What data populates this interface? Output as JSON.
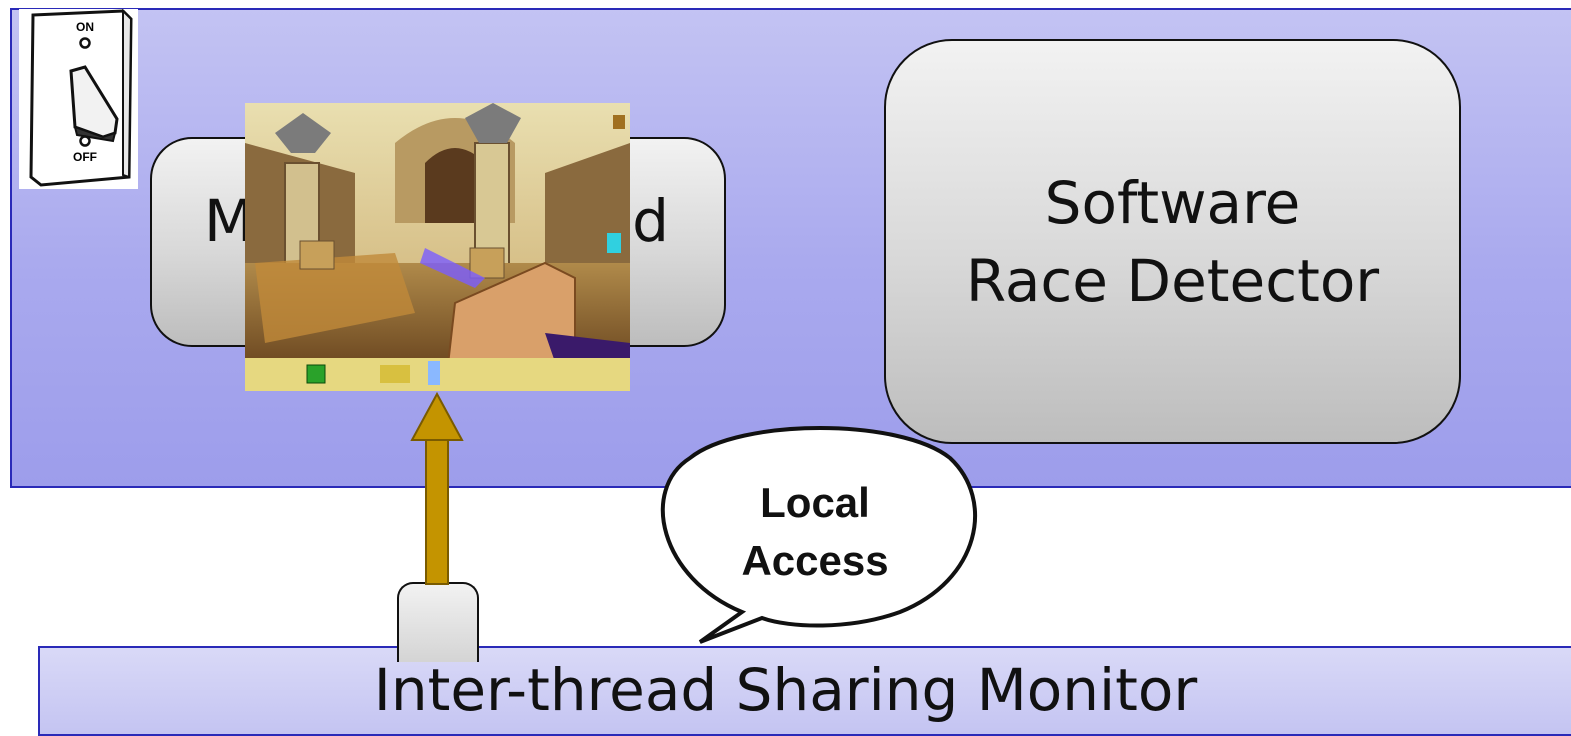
{
  "left_box": {
    "label_start": "M",
    "label_end": "d"
  },
  "right_box": {
    "line1": "Software",
    "line2": "Race Detector"
  },
  "switch": {
    "on_label": "ON",
    "off_label": "OFF"
  },
  "bubble": {
    "line1": "Local",
    "line2": "Access"
  },
  "monitor": {
    "label": "Inter-thread Sharing Monitor"
  },
  "colors": {
    "panel": "#a9a9ee",
    "panel_border": "#2a2ab8",
    "arrow": "#c49400",
    "box": "#d8d8d8"
  }
}
